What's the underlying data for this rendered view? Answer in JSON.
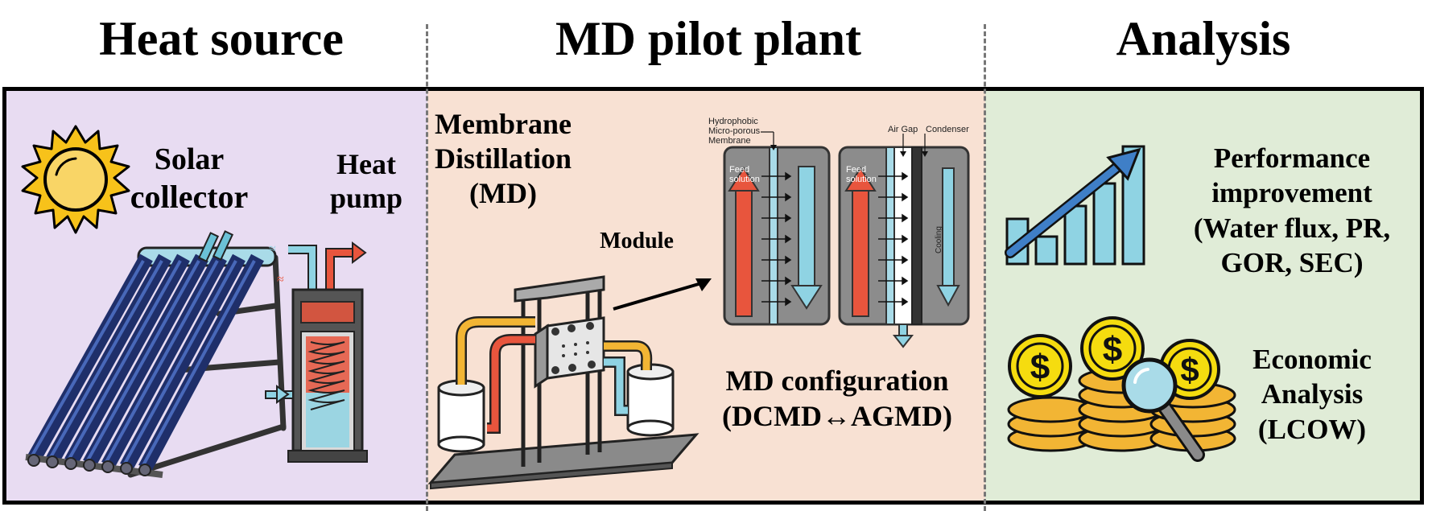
{
  "headers": {
    "heat_source": "Heat source",
    "md_pilot_plant": "MD pilot plant",
    "analysis": "Analysis"
  },
  "heat_source": {
    "solar_collector": [
      "Solar",
      "collector"
    ],
    "heat_pump": [
      "Heat",
      "pump"
    ]
  },
  "md_pilot": {
    "membrane_distillation": [
      "Membrane",
      "Distillation",
      "(MD)"
    ],
    "module": "Module",
    "md_configuration": [
      "MD configuration",
      "(DCMD↔AGMD)"
    ],
    "dcmd": {
      "membrane_label": [
        "Hydrophobic",
        "Micro-porous",
        "Membrane"
      ],
      "feed": [
        "Feed",
        "solution"
      ]
    },
    "agmd": {
      "air_gap": "Air Gap",
      "condenser": "Condenser",
      "feed": [
        "Feed",
        "solution"
      ],
      "cooling": "Cooling"
    }
  },
  "analysis": {
    "performance": [
      "Performance",
      "improvement",
      "(Water flux, PR,",
      "GOR, SEC)"
    ],
    "economic": [
      "Economic",
      "Analysis",
      "(LCOW)"
    ],
    "coin_symbol": "$"
  },
  "colors": {
    "heat_source_bg": "#e8dcf2",
    "md_bg": "#f8e1d3",
    "analysis_bg": "#e0ecd7",
    "hot": "#e8553d",
    "cold": "#8fd3e3",
    "module_gray": "#8c8c8c",
    "coin": "#f5dc0f"
  }
}
